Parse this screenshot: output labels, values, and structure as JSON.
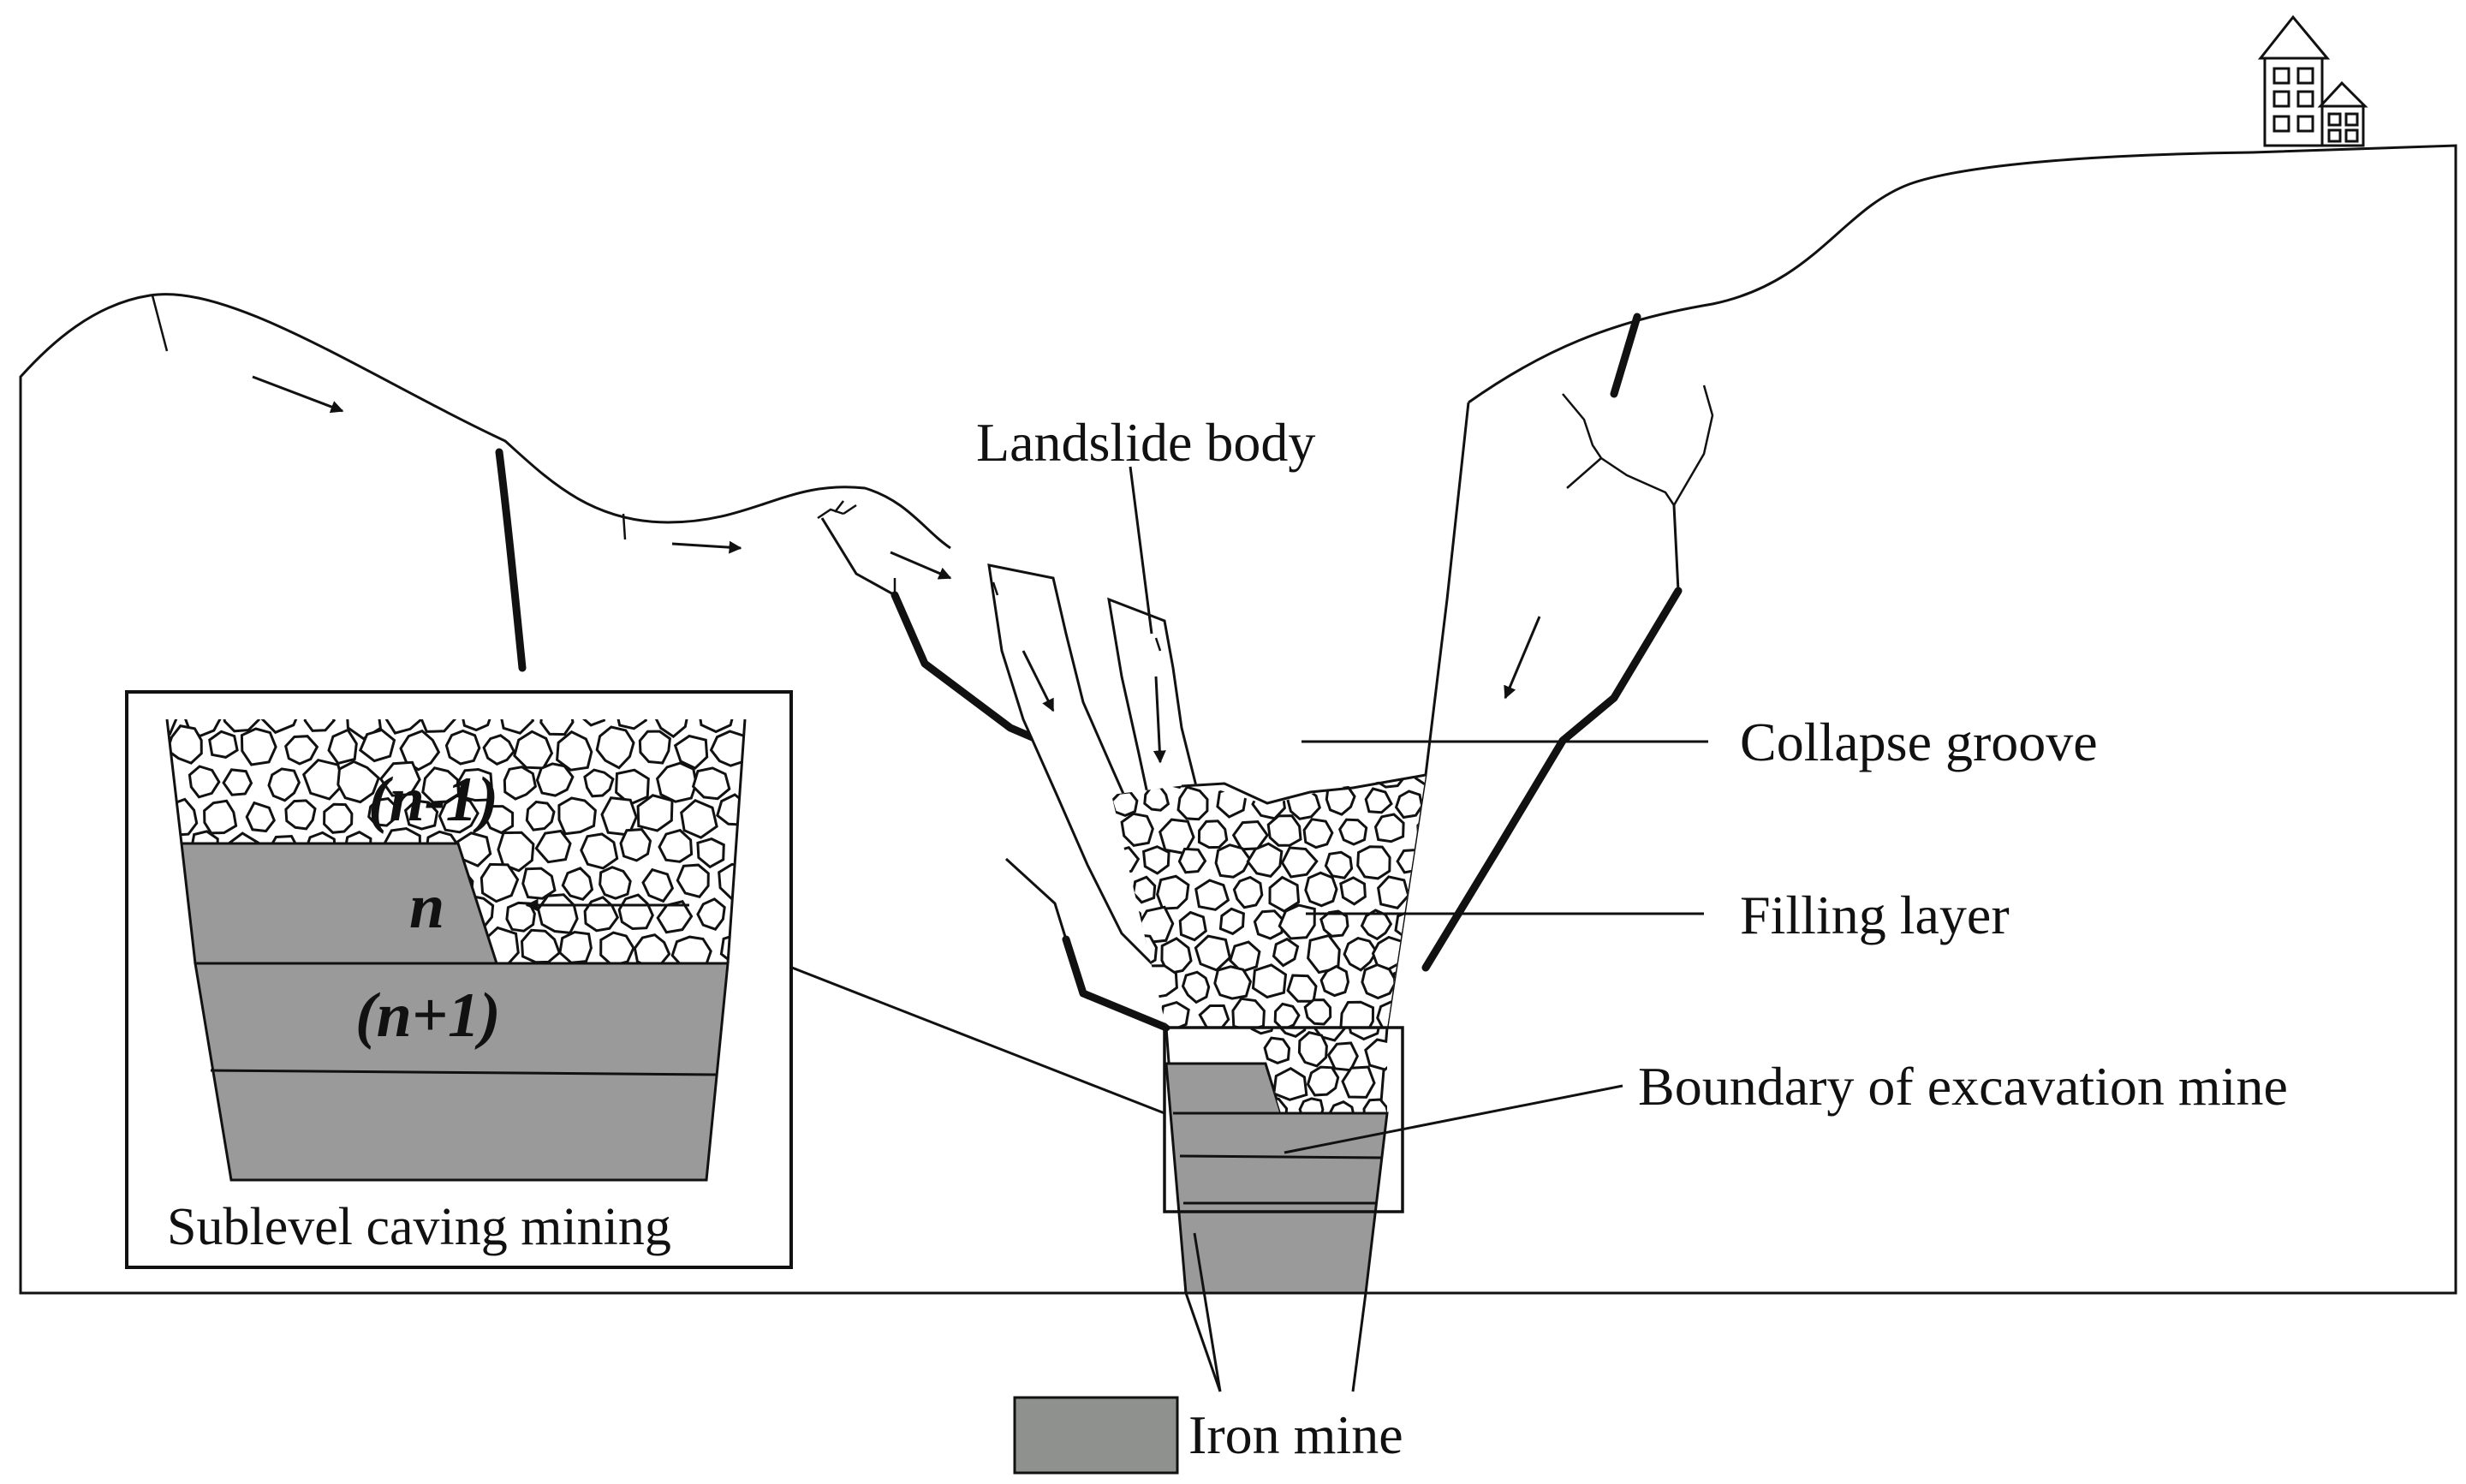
{
  "labels": {
    "landslide_body": "Landslide body",
    "collapse_groove": "Collapse groove",
    "filling_layer": "Filling layer",
    "boundary": "Boundary of excavation mine",
    "inset_title": "Sublevel caving mining",
    "legend_iron": "Iron mine"
  },
  "inset_layers": {
    "upper": "(n-1)",
    "current": "n",
    "lower": "(n+1)"
  },
  "colors": {
    "ore": "#9a9a9a",
    "legend_ore": "#8e918e",
    "line": "#111111",
    "background": "#ffffff"
  }
}
